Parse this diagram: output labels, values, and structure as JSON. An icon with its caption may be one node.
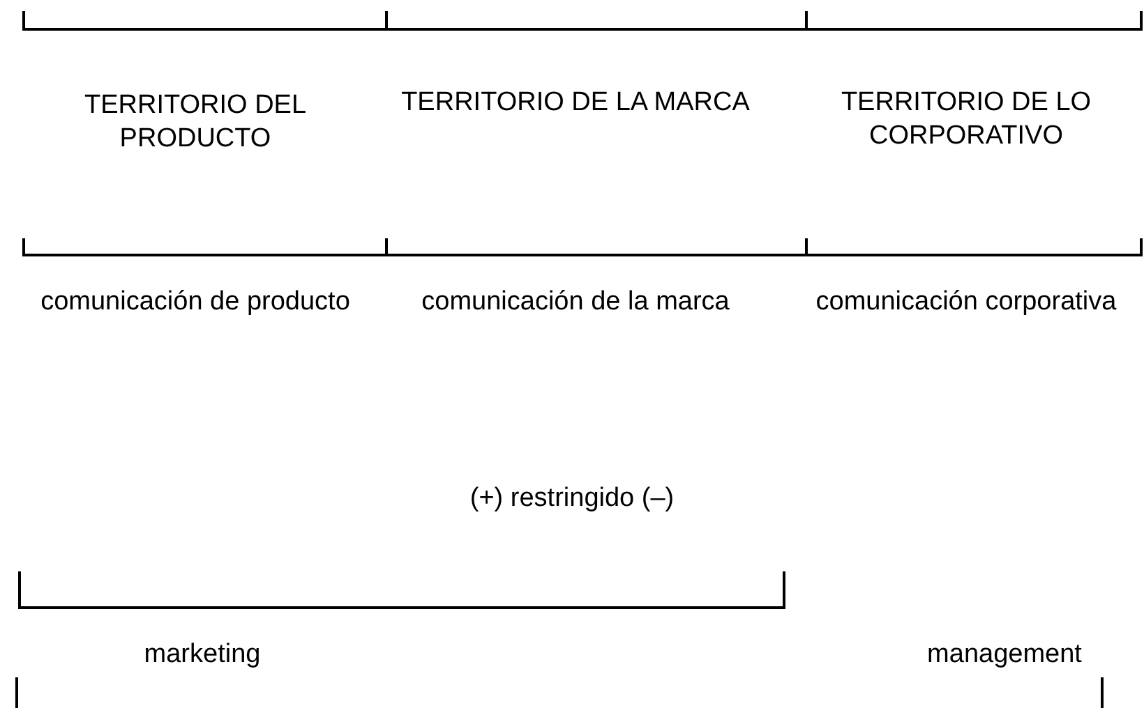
{
  "diagram": {
    "labels": [
      "TERRITORIO DEL PRODUCTO",
      "TERRITORIO DE LA MARCA",
      "TERRITORIO DE LO CORPORATIVO",
      "comunicación de producto",
      "comunicación de la marca",
      "comunicación corporativa",
      "(+) restringido (–)",
      "marketing",
      "management"
    ]
  }
}
